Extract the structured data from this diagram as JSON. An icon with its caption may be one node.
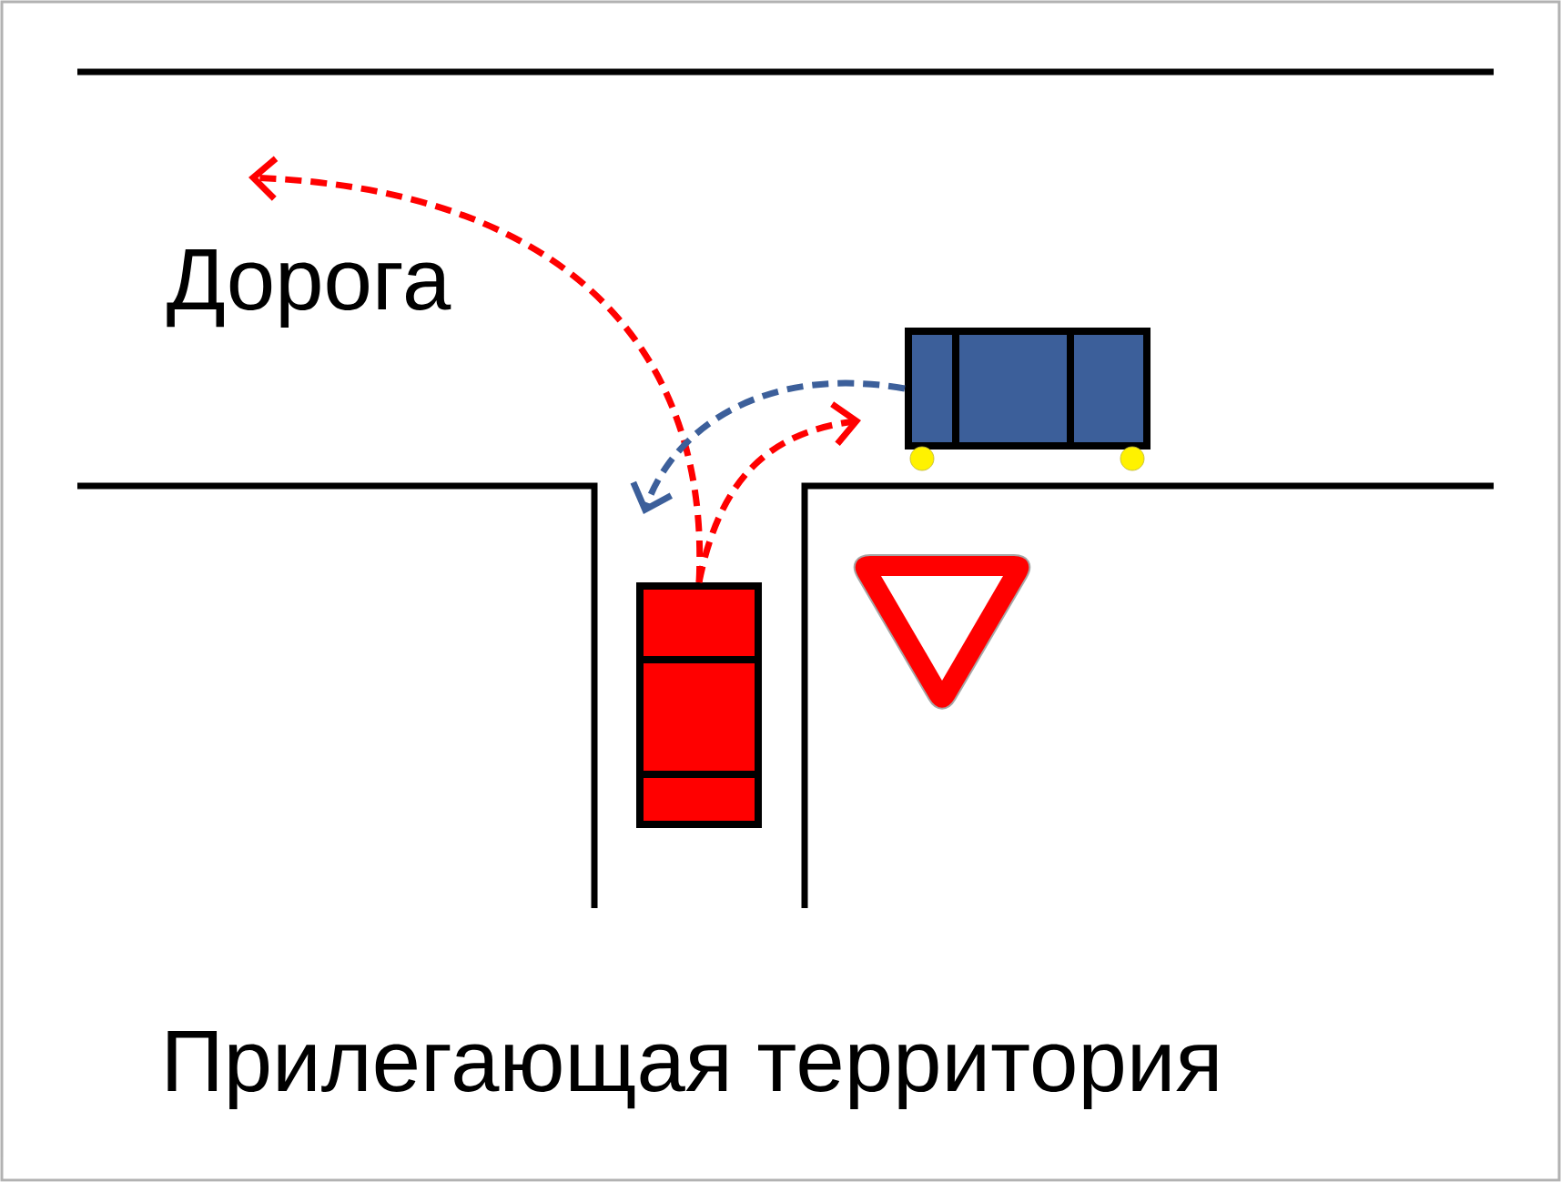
{
  "diagram": {
    "nodes": [
      {
        "text": [],
        "shape": "car"
      },
      {
        "text": [],
        "shape": "truck"
      }
    ],
    "edges": [
      {
        "from": 0,
        "to": null,
        "arrow": "to",
        "style": "dashed",
        "color": "#ff0000"
      },
      {
        "from": 0,
        "to": null,
        "arrow": "to",
        "style": "dashed",
        "color": "#ff0000"
      },
      {
        "from": 1,
        "to": null,
        "arrow": "to",
        "style": "dashed",
        "color": "#3c5f9a"
      }
    ],
    "labels": [
      "Дорога",
      "Прилегающая территория"
    ]
  }
}
